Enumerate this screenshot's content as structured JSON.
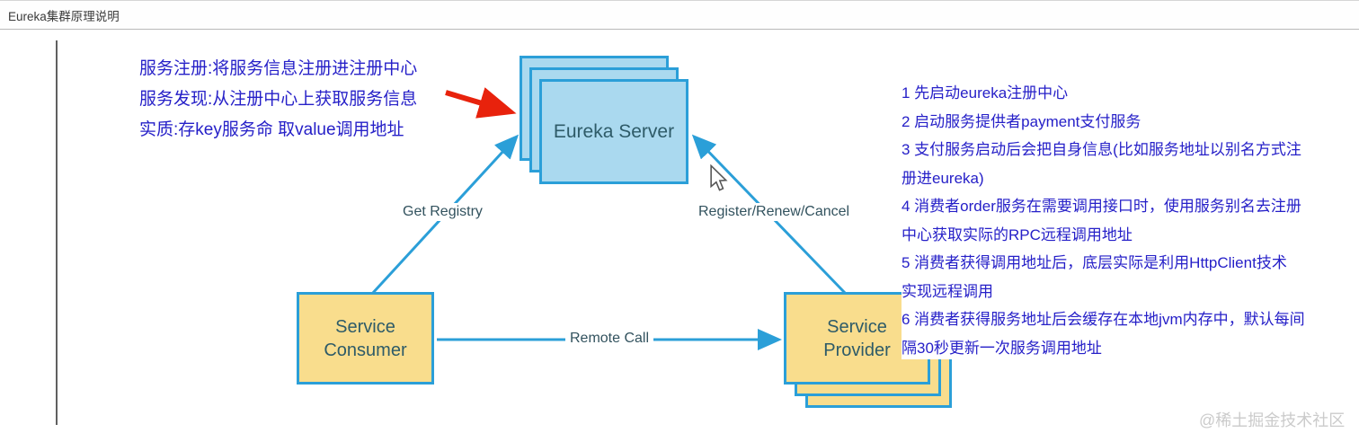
{
  "window": {
    "title": "Eureka集群原理说明"
  },
  "left_notes": {
    "lines": [
      "服务注册:将服务信息注册进注册中心",
      "服务发现:从注册中心上获取服务信息",
      "实质:存key服务命 取value调用地址"
    ]
  },
  "diagram": {
    "eureka_server": {
      "label": "Eureka Server"
    },
    "service_consumer": {
      "label": "Service Consumer"
    },
    "service_provider": {
      "label": "Service Provider"
    },
    "arrows": {
      "get_registry": "Get Registry",
      "register_renew_cancel": "Register/Renew/Cancel",
      "remote_call": "Remote Call"
    }
  },
  "right_notes": {
    "lines": [
      "1 先启动eureka注册中心",
      "2 启动服务提供者payment支付服务",
      "3 支付服务启动后会把自身信息(比如服务地址以别名方式注",
      "册进eureka)",
      "4 消费者order服务在需要调用接口时，使用服务别名去注册",
      "中心获取实际的RPC远程调用地址",
      "5 消费者获得调用地址后，底层实际是利用HttpClient技术",
      "实现远程调用",
      "6 消费者获得服务地址后会缓存在本地jvm内存中，默认每间",
      "隔30秒更新一次服务调用地址"
    ]
  },
  "watermark": "@稀土掘金技术社区",
  "colors": {
    "accent_blue_line": "#2b9fd8",
    "eureka_fill": "#aad9ef",
    "service_fill": "#f9dd8d",
    "note_text": "#2620c8",
    "box_text": "#2e5b68",
    "red_arrow": "#e8220c",
    "watermark": "#cbcbcb"
  }
}
